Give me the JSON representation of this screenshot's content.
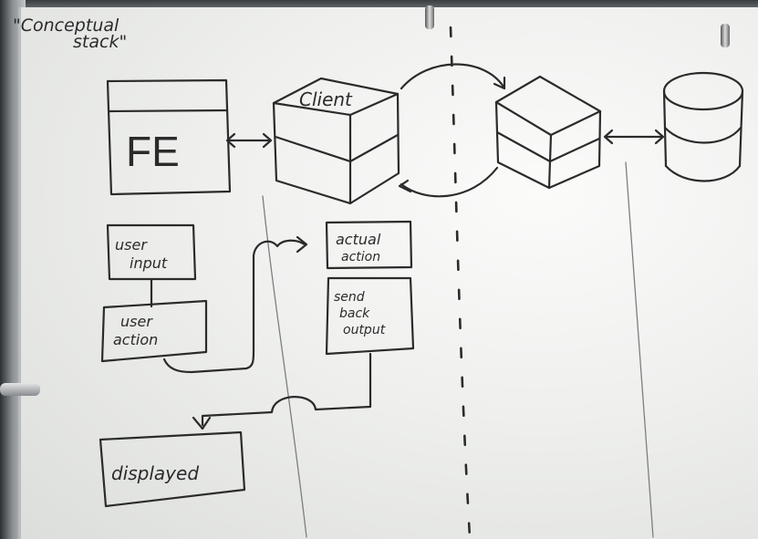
{
  "title_line1": "\"Conceptual",
  "title_line2": "stack\"",
  "boxes": {
    "fe": "FE",
    "client": "Client",
    "user_input": "user input",
    "user_input_l1": "user",
    "user_input_l2": "input",
    "user_action_l1": "user",
    "user_action_l2": "action",
    "actual_action_l1": "actual",
    "actual_action_l2": "action",
    "send_back_l1": "send",
    "send_back_l2": "back",
    "send_back_l3": "output",
    "displayed": "displayed"
  },
  "colors": {
    "ink": "#2b2b2b",
    "board": "#f5f6f4"
  }
}
